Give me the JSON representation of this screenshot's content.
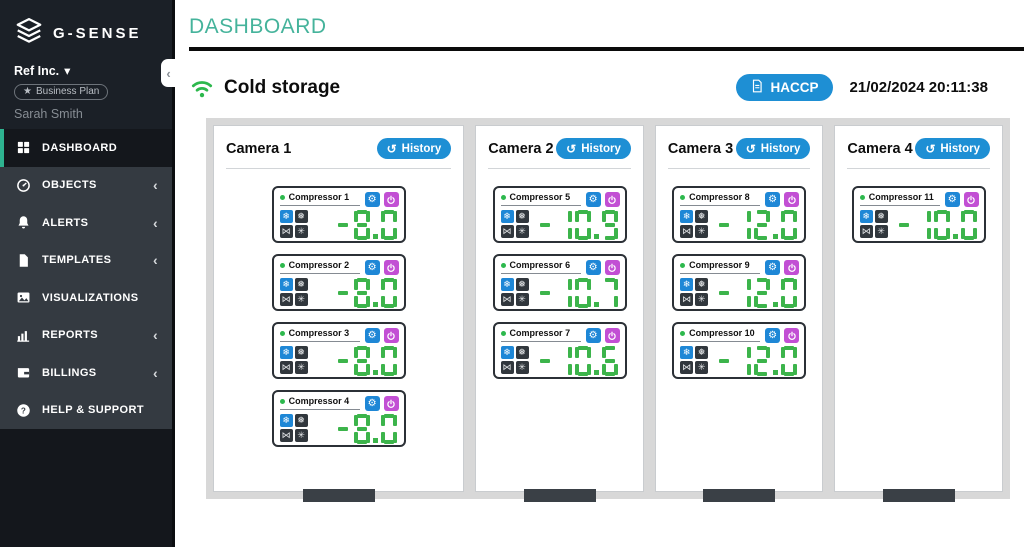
{
  "brand": {
    "name": "G-SENSE",
    "logo_icon": "layers-icon"
  },
  "account": {
    "org": "Ref Inc.",
    "org_caret": "▾",
    "plan_star": "★",
    "plan": "Business Plan",
    "user": "Sarah Smith"
  },
  "sidebar": {
    "collapse_icon": "‹",
    "items": [
      {
        "label": "DASHBOARD",
        "icon": "grid-icon",
        "active": true,
        "chevron": false
      },
      {
        "label": "OBJECTS",
        "icon": "gauge-icon",
        "active": false,
        "chevron": true
      },
      {
        "label": "ALERTS",
        "icon": "bell-icon",
        "active": false,
        "chevron": true
      },
      {
        "label": "TEMPLATES",
        "icon": "file-icon",
        "active": false,
        "chevron": true
      },
      {
        "label": "VISUALIZATIONS",
        "icon": "image-icon",
        "active": false,
        "chevron": false
      },
      {
        "label": "REPORTS",
        "icon": "chart-icon",
        "active": false,
        "chevron": true
      },
      {
        "label": "BILLINGS",
        "icon": "wallet-icon",
        "active": false,
        "chevron": true
      },
      {
        "label": "HELP & SUPPORT",
        "icon": "question-icon",
        "active": false,
        "chevron": false
      }
    ],
    "chevron_glyph": "‹"
  },
  "header": {
    "title": "DASHBOARD"
  },
  "section": {
    "wifi_icon": "wifi-icon",
    "title": "Cold storage",
    "haccp_label": "HACCP",
    "haccp_icon": "document-icon",
    "timestamp": "21/02/2024 20:11:38"
  },
  "board": {
    "history_label": "History",
    "history_icon": "↺",
    "cameras": [
      {
        "name": "Camera 1",
        "compressors": [
          {
            "name": "Compressor 1",
            "value": "-8.0"
          },
          {
            "name": "Compressor 2",
            "value": "-8.0"
          },
          {
            "name": "Compressor 3",
            "value": "-8.0"
          },
          {
            "name": "Compressor 4",
            "value": "-8.0"
          }
        ]
      },
      {
        "name": "Camera 2",
        "compressors": [
          {
            "name": "Compressor 5",
            "value": "-10.9"
          },
          {
            "name": "Compressor 6",
            "value": "-10.7"
          },
          {
            "name": "Compressor 7",
            "value": "-10.6"
          }
        ]
      },
      {
        "name": "Camera 3",
        "compressors": [
          {
            "name": "Compressor 8",
            "value": "-12.0"
          },
          {
            "name": "Compressor 9",
            "value": "-12.0"
          },
          {
            "name": "Compressor 10",
            "value": "-12.0"
          }
        ]
      },
      {
        "name": "Camera 4",
        "compressors": [
          {
            "name": "Compressor 11",
            "value": "-10.0"
          }
        ]
      }
    ]
  },
  "widget": {
    "gear_icon": "⚙",
    "power_icon": "power-icon",
    "tiles": [
      {
        "icon": "snowflake-icon",
        "glyph": "❄",
        "active": true
      },
      {
        "icon": "snowflake2-icon",
        "glyph": "❅",
        "active": false
      },
      {
        "icon": "valve-icon",
        "glyph": "⋈",
        "active": false
      },
      {
        "icon": "fan-icon",
        "glyph": "✳",
        "active": false
      }
    ]
  },
  "colors": {
    "accent_teal": "#45b39b",
    "active_border": "#2eb390",
    "blue": "#1e8fd4",
    "purple": "#c24fd4",
    "segment_green": "#3cb44b",
    "status_green": "#2db84d",
    "board_gray": "#d8d8d8",
    "sidebar_dark": "#14171c",
    "sidebar_menu": "#343a41"
  }
}
